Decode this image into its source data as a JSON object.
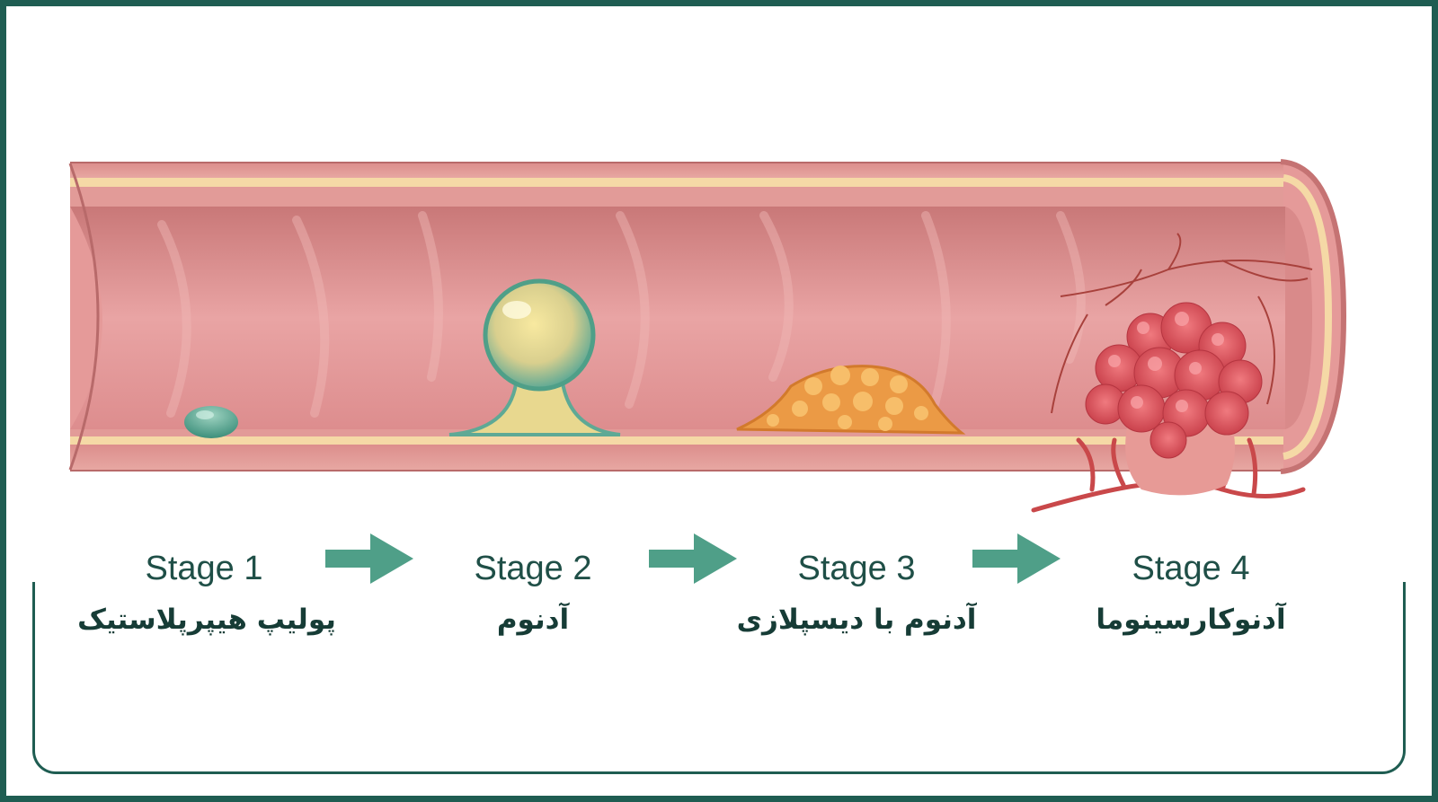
{
  "colors": {
    "frame": "#1f5d52",
    "arrow": "#4f9f88",
    "text_dark": "#163c36",
    "tissue": "#e59a99",
    "wall_yellow": "#f5d9a6"
  },
  "stages": [
    {
      "label": "Stage 1",
      "name": "پولیپ هیپرپلاستیک",
      "lesion": "small-polyp-icon"
    },
    {
      "label": "Stage 2",
      "name": "آدنوم",
      "lesion": "pedunculated-adenoma-icon"
    },
    {
      "label": "Stage 3",
      "name": "آدنوم با دیسپلازی",
      "lesion": "dysplastic-adenoma-icon"
    },
    {
      "label": "Stage 4",
      "name": "آدنوکارسینوما",
      "lesion": "carcinoma-tumor-icon"
    }
  ]
}
